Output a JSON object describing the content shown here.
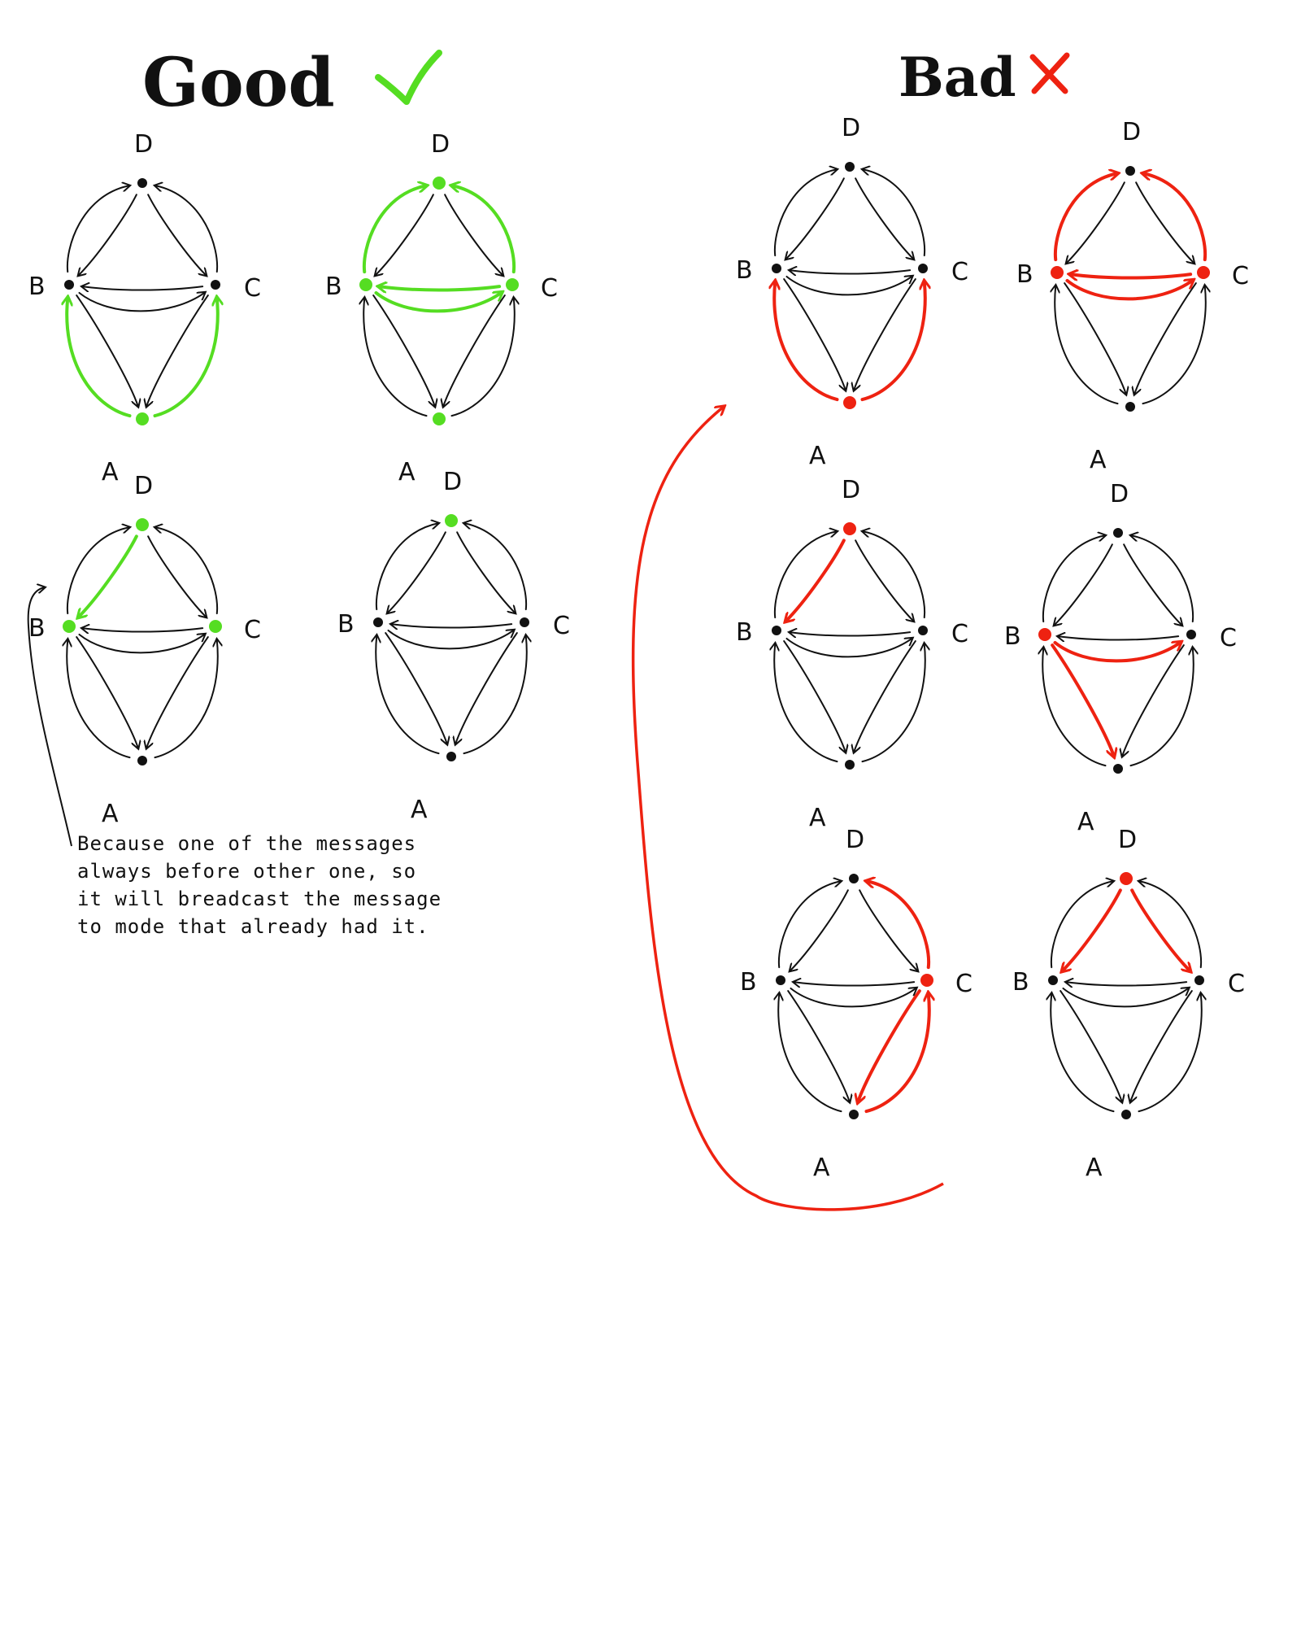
{
  "headings": {
    "good": "Good",
    "bad": "Bad"
  },
  "marks": {
    "good": "check-mark",
    "bad": "cross-mark"
  },
  "node_labels": {
    "a": "A",
    "b": "B",
    "c": "C",
    "d": "D"
  },
  "colors": {
    "ink": "#111111",
    "good": "#55dd22",
    "bad": "#ee2211"
  },
  "note_lines": [
    "Because one of the messages",
    "always before other one, so",
    "it will breadcast the message",
    "to mode that already had it."
  ],
  "diagrams": [
    {
      "group": "good",
      "green_nodes": [
        "A"
      ],
      "green_arrows": [
        "A-B",
        "A-C"
      ]
    },
    {
      "group": "good",
      "green_nodes": [
        "A",
        "B",
        "C",
        "D"
      ],
      "green_arrows": [
        "B-D",
        "C-D",
        "C-B",
        "B-C"
      ]
    },
    {
      "group": "good",
      "green_nodes": [
        "B",
        "C",
        "D"
      ],
      "green_arrows": [
        "D-B"
      ]
    },
    {
      "group": "good",
      "green_nodes": [
        "D"
      ],
      "green_arrows": []
    },
    {
      "group": "bad",
      "red_nodes": [
        "A"
      ],
      "red_arrows": [
        "A-B",
        "A-C"
      ]
    },
    {
      "group": "bad",
      "red_nodes": [
        "B",
        "C"
      ],
      "red_arrows": [
        "B-D",
        "C-D",
        "C-B",
        "B-C"
      ]
    },
    {
      "group": "bad",
      "red_nodes": [
        "D"
      ],
      "red_arrows": [
        "D-B"
      ]
    },
    {
      "group": "bad",
      "red_nodes": [
        "B"
      ],
      "red_arrows": [
        "B-C",
        "B-A"
      ]
    },
    {
      "group": "bad",
      "red_nodes": [
        "C"
      ],
      "red_arrows": [
        "C-D",
        "C-A",
        "A-C"
      ]
    },
    {
      "group": "bad",
      "red_nodes": [
        "D"
      ],
      "red_arrows": [
        "D-B",
        "D-C"
      ]
    }
  ]
}
